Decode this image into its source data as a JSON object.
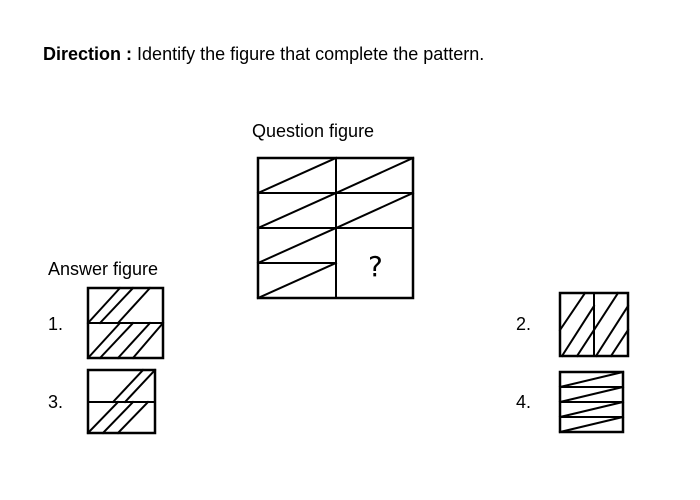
{
  "direction": {
    "label": "Direction",
    "separator": ":",
    "text": "Identify the figure that complete the pattern."
  },
  "question": {
    "title": "Question figure",
    "missing_symbol": "?"
  },
  "answers": {
    "title": "Answer figure",
    "options": [
      {
        "number": "1."
      },
      {
        "number": "2."
      },
      {
        "number": "3."
      },
      {
        "number": "4."
      }
    ]
  }
}
